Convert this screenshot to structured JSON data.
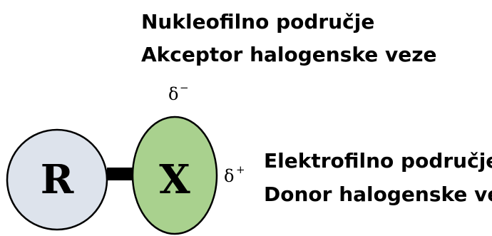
{
  "top_labels": {
    "line1": "Nukleofilno područje",
    "line2": "Akceptor halogenske veze"
  },
  "right_labels": {
    "line1": "Elektrofilno područje",
    "line2": "Donor halogenske veze"
  },
  "atoms": {
    "r_label": "R",
    "x_label": "X",
    "r_color": "#dde3ec",
    "x_color": "#a9d18e"
  },
  "charges": {
    "delta_symbol": "δ",
    "negative_sign": "−",
    "positive_sign": "+"
  }
}
